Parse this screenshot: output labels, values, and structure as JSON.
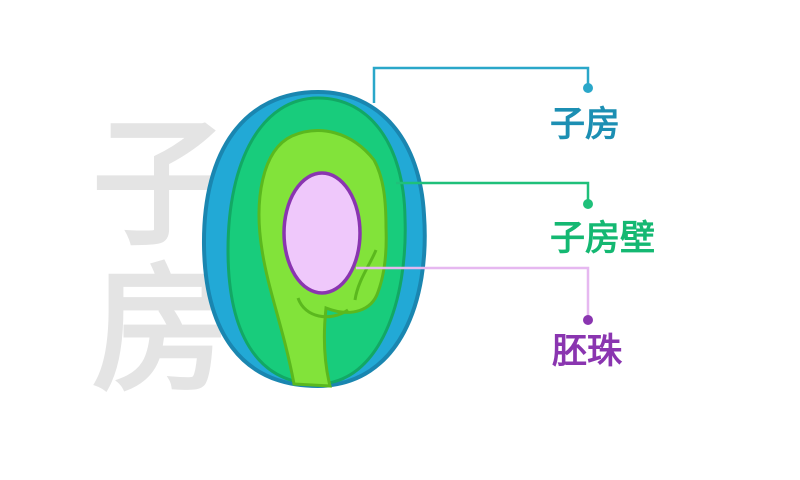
{
  "watermark": {
    "line1": "子",
    "line2": "房",
    "color": "#e4e4e4"
  },
  "labels": {
    "ovary": {
      "text": "子房",
      "color": "#1c8fb3"
    },
    "ovary_wall": {
      "text": "子房壁",
      "color": "#14b872"
    },
    "ovule": {
      "text": "胚珠",
      "color": "#8a35b0"
    }
  },
  "colors": {
    "ovary_fill": "#22a9d6",
    "ovary_stroke": "#1a86b0",
    "wall_fill": "#18cc7c",
    "wall_stroke": "#12a864",
    "inner_fill": "#82e33a",
    "inner_stroke": "#5bb81e",
    "ovule_fill": "#efc8fb",
    "ovule_stroke": "#8a35b0",
    "line_ovary": "#2aa7c9",
    "line_wall": "#1fc07a",
    "line_ovule": "#e6b8f0"
  }
}
